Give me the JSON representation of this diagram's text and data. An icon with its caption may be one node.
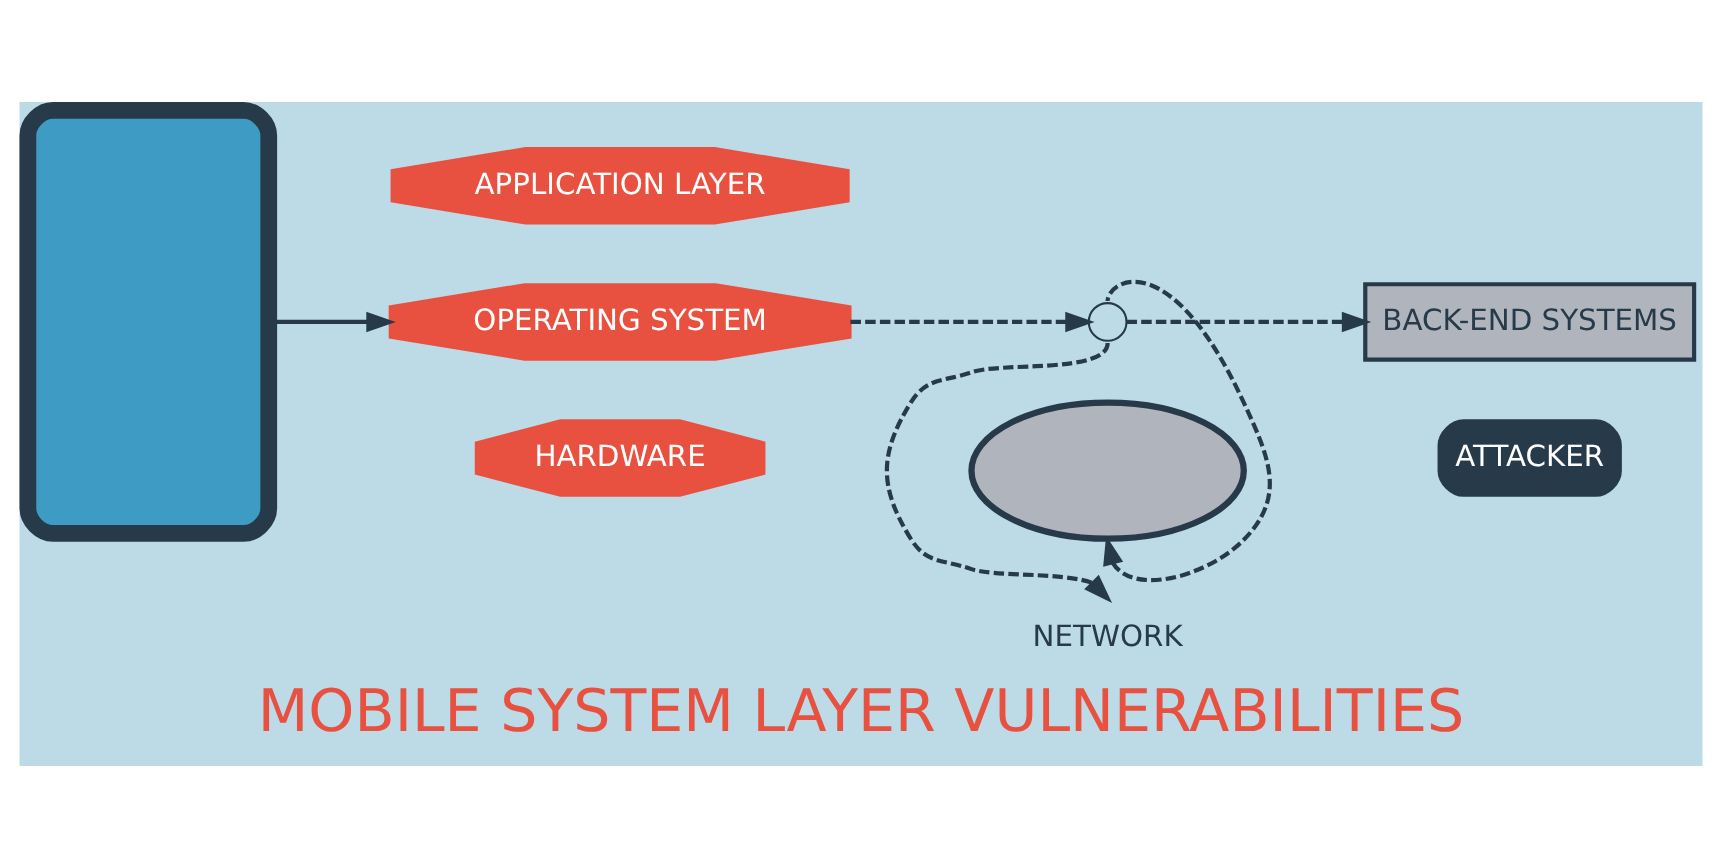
{
  "diagram": {
    "title": "MOBILE SYSTEM LAYER VULNERABILITIES",
    "nodes": [
      {
        "text": [],
        "shape": "box"
      },
      {
        "text": [
          "APPLICATION LAYER"
        ]
      },
      {
        "text": [
          "OPERATING SYSTEM"
        ]
      },
      {
        "text": [
          "HARDWARE"
        ]
      },
      {
        "text": [],
        "shape": "circle"
      },
      {
        "text": [],
        "shape": "cloud"
      },
      {
        "text": [
          "NETWORK"
        ]
      },
      {
        "text": [
          "BACK-END SYSTEMS"
        ]
      },
      {
        "text": [
          "ATTACKER"
        ]
      }
    ],
    "edges": [
      {
        "from": 0,
        "to": 2,
        "arrow": "to"
      },
      {
        "from": 2,
        "to": 4,
        "arrow": "to",
        "style": "dashed"
      },
      {
        "from": 4,
        "to": 5,
        "arrow": "to",
        "style": "dashed"
      },
      {
        "from": 4,
        "to": 7,
        "arrow": "to",
        "style": "dashed"
      },
      {
        "from": 4,
        "to": 6,
        "arrow": "to",
        "style": "dashed"
      }
    ]
  }
}
